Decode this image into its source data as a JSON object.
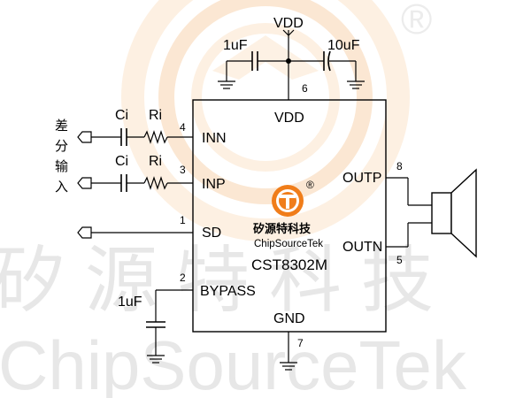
{
  "watermark": {
    "chinese": "矽源特科技",
    "latin": "ChipSourceTek",
    "registered": "®"
  },
  "chip": {
    "part_number": "CST8302M",
    "logo_chinese": "矽源特科技",
    "logo_brand": "ChipSourceTek",
    "logo_registered": "®",
    "pins": {
      "vdd": {
        "name": "VDD",
        "number": "6"
      },
      "inn": {
        "name": "INN",
        "number": "4"
      },
      "inp": {
        "name": "INP",
        "number": "3"
      },
      "sd": {
        "name": "SD",
        "number": "1"
      },
      "bypass": {
        "name": "BYPASS",
        "number": "2"
      },
      "gnd": {
        "name": "GND",
        "number": "7"
      },
      "outp": {
        "name": "OUTP",
        "number": "8"
      },
      "outn": {
        "name": "OUTN",
        "number": "5"
      }
    }
  },
  "components": {
    "vdd_rail_label": "VDD",
    "cap_vdd_small": "1uF",
    "cap_vdd_large": "10uF",
    "ci_top": "Ci",
    "ri_top": "Ri",
    "ci_bottom": "Ci",
    "ri_bottom": "Ri",
    "cap_bypass": "1uF"
  },
  "input_label": [
    "差",
    "分",
    "输",
    "入"
  ],
  "colors": {
    "logo_orange": "#f07d1a",
    "logo_dark": "#c85a00",
    "watermark_gray": "#e7e7e7",
    "ring_tint": "#fbe7d3"
  },
  "icons": {
    "logo": "chipsourcetek-logo-icon",
    "speaker": "speaker-icon"
  }
}
